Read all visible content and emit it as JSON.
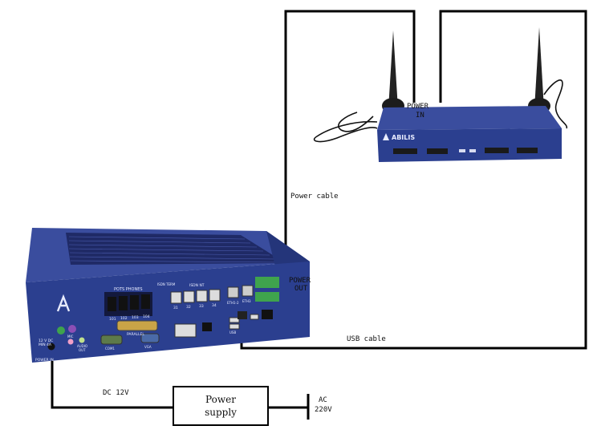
{
  "labels": {
    "power_in_router_line1": "POWER",
    "power_in_router_line2": "IN",
    "power_cable": "Power cable",
    "power_out_line1": "POWER",
    "power_out_line2": "OUT",
    "usb_cable": "USB cable",
    "dc": "DC 12V",
    "ac_line1": "AC",
    "ac_line2": "220V"
  },
  "power_supply": {
    "line1": "Power",
    "line2": "supply"
  },
  "router": {
    "brand": "ABILIS"
  },
  "main_device": {
    "pots_label": "POTS PHONES",
    "isdn_term_label": "ISDN TERM",
    "isdn_nt_label": "ISDN NT",
    "pots_ports": [
      "101",
      "102",
      "103",
      "104"
    ],
    "isdn_ports": [
      "31",
      "32",
      "33",
      "34"
    ],
    "eth_labels": [
      "ETH1-2",
      "ETH3"
    ],
    "parallel_label": "PARALLEL",
    "dc_label_line1": "12 V DC",
    "dc_label_line2": "MIN 4A",
    "power_in_label": "POWER IN",
    "mic_label": "MIC",
    "audio_out_label_line1": "AUDIO",
    "audio_out_label_line2": "OUT",
    "com_label": "COM1",
    "vga_label": "VGA",
    "usb_label": "USB"
  },
  "colors": {
    "wire": "#000000",
    "device_blue": "#2b3f8f",
    "device_top": "#3a4d9e",
    "port_dark": "#1a1a1a",
    "terminal_green": "#3fa34d",
    "antenna": "#222222"
  }
}
